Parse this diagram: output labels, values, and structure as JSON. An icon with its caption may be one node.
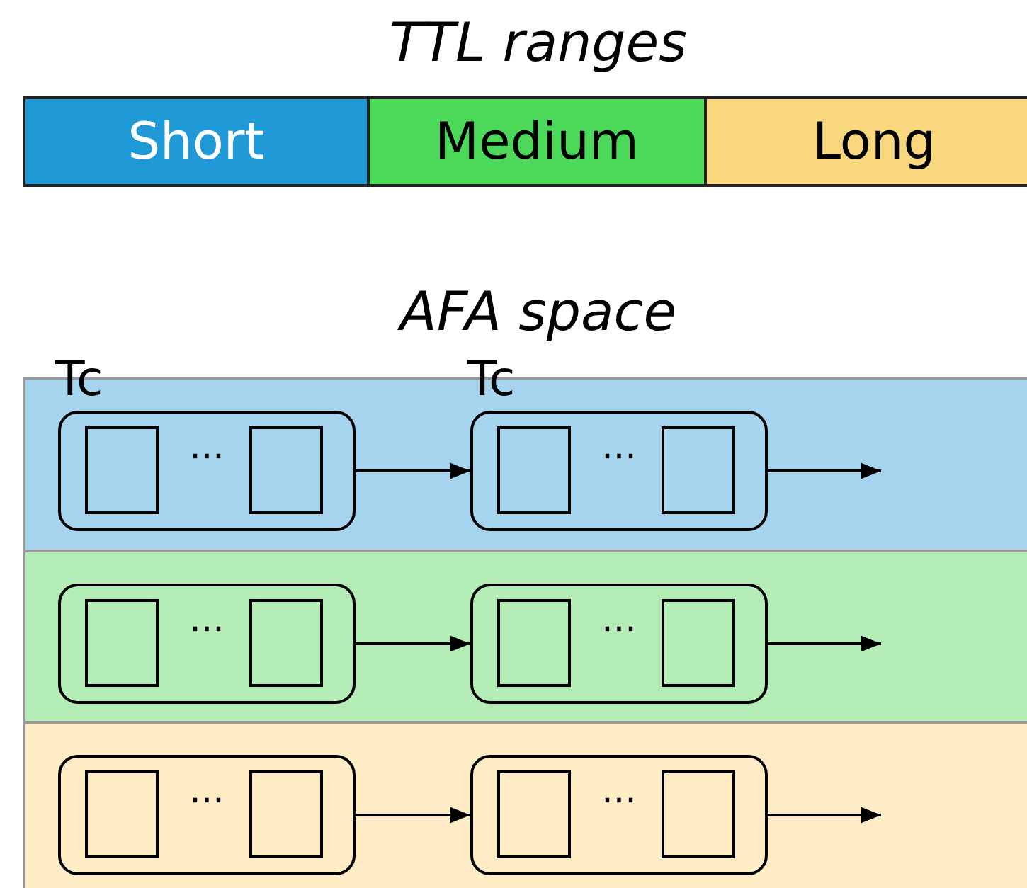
{
  "diagram": {
    "nodes": [
      {
        "text": [
          "Short"
        ]
      },
      {
        "text": [
          "Medium"
        ]
      },
      {
        "text": [
          "Long"
        ]
      },
      {
        "text": [],
        "shape": "band"
      },
      {
        "text": [
          "Tc",
          "···"
        ],
        "in": 3
      },
      {
        "text": [],
        "shape": "box",
        "in": 4
      },
      {
        "text": [],
        "shape": "box",
        "in": 4
      },
      {
        "text": [
          "Tc",
          "···"
        ],
        "in": 3
      },
      {
        "text": [],
        "shape": "box",
        "in": 7
      },
      {
        "text": [],
        "shape": "box",
        "in": 7
      },
      {
        "text": [],
        "shape": "band"
      },
      {
        "text": [
          "···"
        ],
        "in": 10
      },
      {
        "text": [],
        "shape": "box",
        "in": 11
      },
      {
        "text": [],
        "shape": "box",
        "in": 11
      },
      {
        "text": [
          "···"
        ],
        "in": 10
      },
      {
        "text": [],
        "shape": "box",
        "in": 14
      },
      {
        "text": [],
        "shape": "box",
        "in": 14
      },
      {
        "text": [],
        "shape": "band"
      },
      {
        "text": [
          "···"
        ],
        "in": 17
      },
      {
        "text": [],
        "shape": "box",
        "in": 18
      },
      {
        "text": [],
        "shape": "box",
        "in": 18
      },
      {
        "text": [
          "···"
        ],
        "in": 17
      },
      {
        "text": [],
        "shape": "box",
        "in": 21
      },
      {
        "text": [],
        "shape": "box",
        "in": 21
      }
    ],
    "edges": [
      {
        "from": 4,
        "to": 7,
        "arrow": "to"
      },
      {
        "from": 7,
        "to": null,
        "arrow": "to"
      },
      {
        "from": 11,
        "to": 14,
        "arrow": "to"
      },
      {
        "from": 14,
        "to": null,
        "arrow": "to"
      },
      {
        "from": 18,
        "to": 21,
        "arrow": "to"
      },
      {
        "from": 21,
        "to": null,
        "arrow": "to"
      }
    ],
    "labels": [
      "TTL ranges",
      "AFA space"
    ]
  }
}
